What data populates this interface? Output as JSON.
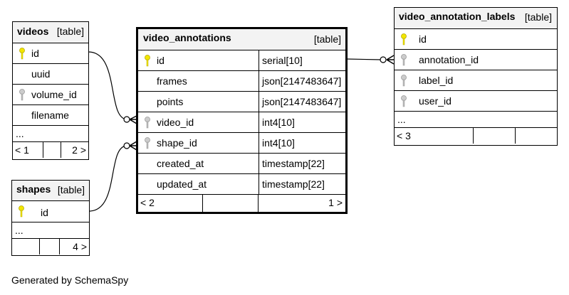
{
  "diagram": {
    "caption": "Generated by SchemaSpy",
    "colors": {
      "primary_key": "#f2e600",
      "foreign_key": "#aaaaaa",
      "header": "#f3f3f3"
    },
    "tables": {
      "videos": {
        "name": "videos",
        "kind": "[table]",
        "columns": [
          {
            "name": "id",
            "key": "primary"
          },
          {
            "name": "uuid",
            "key": "none"
          },
          {
            "name": "volume_id",
            "key": "foreign"
          },
          {
            "name": "filename",
            "key": "none"
          }
        ],
        "more": "...",
        "foot_left": "< 1",
        "foot_right": "2 >"
      },
      "shapes": {
        "name": "shapes",
        "kind": "[table]",
        "columns": [
          {
            "name": "id",
            "key": "primary"
          }
        ],
        "more": "...",
        "foot_right": "4 >"
      },
      "video_annotations": {
        "name": "video_annotations",
        "kind": "[table]",
        "columns": [
          {
            "name": "id",
            "type": "serial[10]",
            "key": "primary"
          },
          {
            "name": "frames",
            "type": "json[2147483647]",
            "key": "none"
          },
          {
            "name": "points",
            "type": "json[2147483647]",
            "key": "none"
          },
          {
            "name": "video_id",
            "type": "int4[10]",
            "key": "foreign"
          },
          {
            "name": "shape_id",
            "type": "int4[10]",
            "key": "foreign"
          },
          {
            "name": "created_at",
            "type": "timestamp[22]",
            "key": "none"
          },
          {
            "name": "updated_at",
            "type": "timestamp[22]",
            "key": "none"
          }
        ],
        "foot_left": "< 2",
        "foot_right": "1 >"
      },
      "video_annotation_labels": {
        "name": "video_annotation_labels",
        "kind": "[table]",
        "columns": [
          {
            "name": "id",
            "key": "primary"
          },
          {
            "name": "annotation_id",
            "key": "foreign"
          },
          {
            "name": "label_id",
            "key": "foreign"
          },
          {
            "name": "user_id",
            "key": "foreign"
          }
        ],
        "more": "...",
        "foot_left": "< 3"
      }
    },
    "relationships": [
      {
        "from": "video_annotations.video_id",
        "to": "videos.id"
      },
      {
        "from": "video_annotations.shape_id",
        "to": "shapes.id"
      },
      {
        "from": "video_annotation_labels.annotation_id",
        "to": "video_annotations.id"
      }
    ]
  }
}
